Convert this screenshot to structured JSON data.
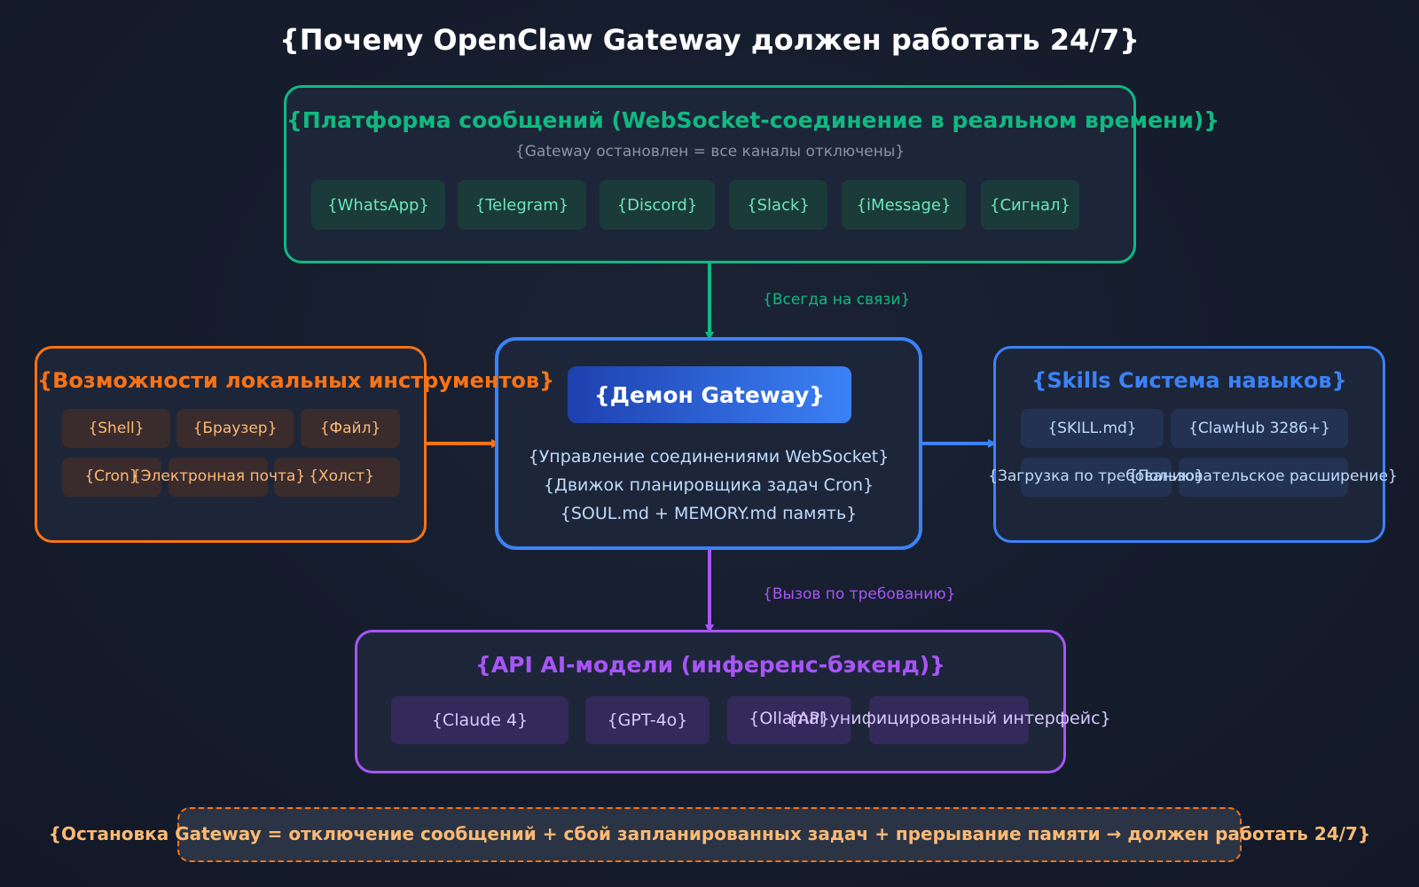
{
  "title": "{Почему OpenClaw Gateway должен работать 24/7}",
  "messaging": {
    "title": "{Платформа сообщений (WebSocket-соединение в реальном времени)}",
    "subtitle": "{Gateway остановлен = все каналы отключены}",
    "channels": [
      "{WhatsApp}",
      "{Telegram}",
      "{Discord}",
      "{Slack}",
      "{iMessage}",
      "{Сигнал}"
    ]
  },
  "gateway": {
    "title": "{Демон Gateway}",
    "lines": [
      "{Управление соединениями WebSocket}",
      "{Движок планировщика задач Cron}",
      "{SOUL.md + MEMORY.md память}"
    ]
  },
  "tools": {
    "title": "{Возможности локальных инструментов}",
    "items": [
      "{Shell}",
      "{Браузер}",
      "{Файл}",
      "{Cron}",
      "{Электронная почта}",
      "{Холст}"
    ]
  },
  "skills": {
    "title": "{Skills Система навыков}",
    "items": [
      "{SKILL.md}",
      "{ClawHub 3286+}",
      "{Загрузка по требованию}",
      "{Пользовательское расширение}"
    ]
  },
  "ai": {
    "title": "{API AI-модели (инференс-бэкенд)}",
    "items": [
      "{Claude 4}",
      "{GPT-4o}",
      "{Ollama}",
      "{API унифицированный интерфейс}"
    ]
  },
  "edges": {
    "always_online": "{Всегда на связи}",
    "on_demand": "{Вызов по требованию}"
  },
  "footer": "{Остановка Gateway = отключение сообщений + сбой запланированных задач + прерывание памяти → должен работать 24/7}",
  "colors": {
    "background": "#151c2c",
    "messaging": "#10b981",
    "gateway": "#3b82f6",
    "tools": "#f97316",
    "skills": "#3b82f6",
    "ai": "#a855f7"
  }
}
